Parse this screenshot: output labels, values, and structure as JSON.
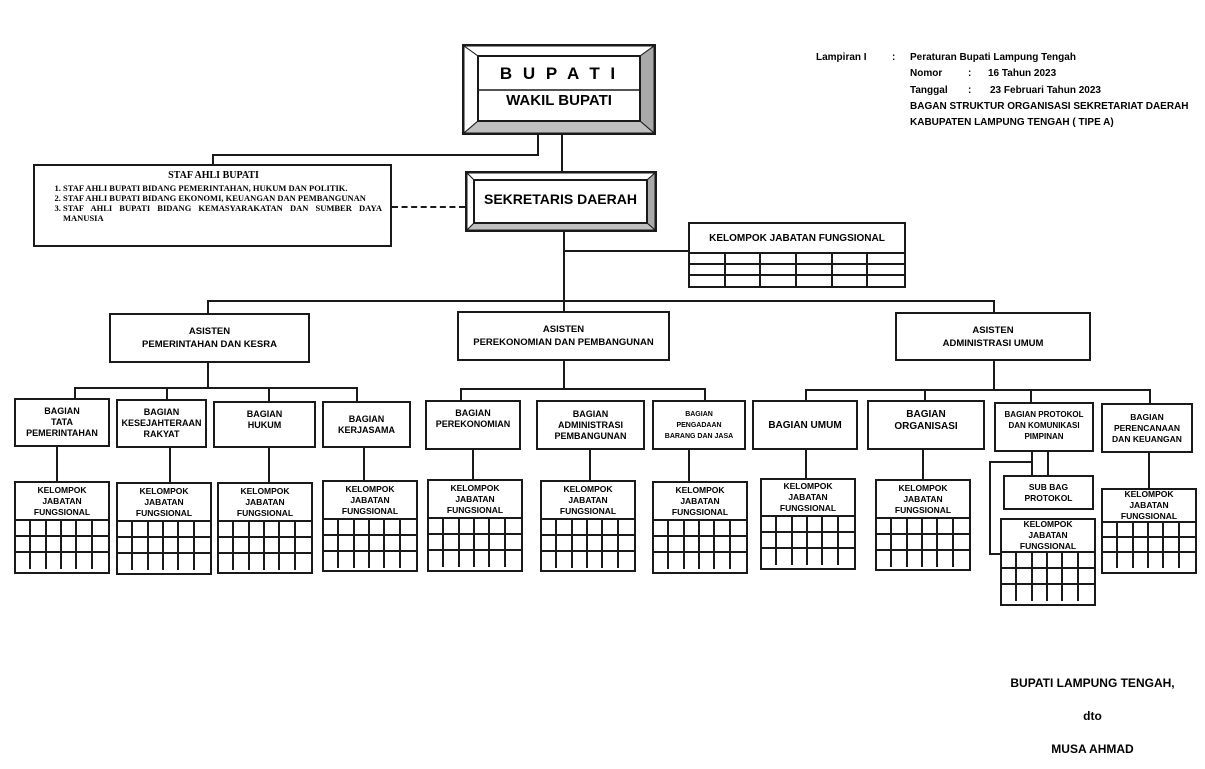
{
  "header": {
    "lampiran_label": "Lampiran  I",
    "colon": ":",
    "peraturan": "Peraturan Bupati   Lampung Tengah",
    "nomor_label": "Nomor",
    "nomor_value": "16 Tahun 2023",
    "tanggal_label": "Tanggal",
    "tanggal_value": "23 Februari  Tahun 2023",
    "title_line1": "BAGAN STRUKTUR ORGANISASI SEKRETARIAT DAERAH",
    "title_line2": "KABUPATEN LAMPUNG TENGAH ( TIPE A)"
  },
  "bupati": {
    "title": "B U P A T I",
    "subtitle": "WAKIL BUPATI"
  },
  "staf_ahli": {
    "title": "STAF  AHLI BUPATI",
    "items": [
      "STAF AHLI BUPATI BIDANG PEMERINTAHAN, HUKUM DAN POLITIK.",
      "STAF AHLI BUPATI BIDANG EKONOMI, KEUANGAN DAN PEMBANGUNAN",
      "STAF AHLI BUPATI BIDANG KEMASYARAKATAN DAN SUMBER DAYA MANUSIA"
    ]
  },
  "sekda": {
    "title": "SEKRETARIS DAERAH"
  },
  "kjf_top": {
    "title": "KELOMPOK JABATAN FUNGSIONAL"
  },
  "kjf_label": {
    "l1": "KELOMPOK",
    "l2": "JABATAN",
    "l3": "FUNGSIONAL"
  },
  "asisten": [
    {
      "l1": "ASISTEN",
      "l2": "PEMERINTAHAN DAN KESRA"
    },
    {
      "l1": "ASISTEN",
      "l2": "PEREKONOMIAN DAN PEMBANGUNAN"
    },
    {
      "l1": "ASISTEN",
      "l2": "ADMINISTRASI UMUM"
    }
  ],
  "bagian": [
    {
      "lines": [
        "BAGIAN",
        "TATA",
        "PEMERINTAHAN"
      ]
    },
    {
      "lines": [
        "BAGIAN",
        "KESEJAHTERAAN",
        "RAKYAT"
      ]
    },
    {
      "lines": [
        "BAGIAN",
        "HUKUM"
      ]
    },
    {
      "lines": [
        "BAGIAN",
        "KERJASAMA"
      ]
    },
    {
      "lines": [
        "BAGIAN",
        "PEREKONOMIAN"
      ]
    },
    {
      "lines": [
        "BAGIAN",
        "ADMINISTRASI",
        "PEMBANGUNAN"
      ]
    },
    {
      "lines": [
        "BAGIAN",
        "PENGADAAN",
        "BARANG DAN JASA"
      ]
    },
    {
      "lines": [
        "BAGIAN UMUM"
      ]
    },
    {
      "lines": [
        "BAGIAN",
        "ORGANISASI"
      ]
    },
    {
      "lines": [
        "BAGIAN PROTOKOL",
        "DAN KOMUNIKASI",
        "PIMPINAN"
      ]
    },
    {
      "lines": [
        "BAGIAN",
        "PERENCANAAN",
        "DAN KEUANGAN"
      ]
    }
  ],
  "subbag": {
    "l1": "SUB BAG",
    "l2": "PROTOKOL"
  },
  "signature": {
    "title": "BUPATI LAMPUNG TENGAH,",
    "dto": "dto",
    "name": "MUSA AHMAD"
  }
}
